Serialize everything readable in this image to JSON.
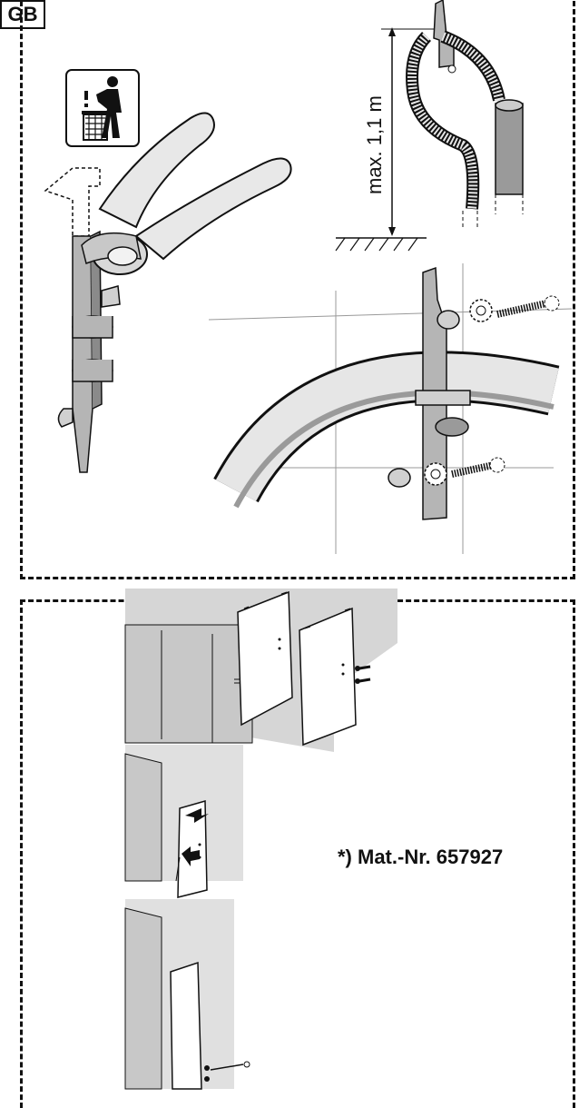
{
  "header": {
    "lang_code": "GB"
  },
  "figure_top": {
    "dimension_label": "max. 1,1 m",
    "icons": [
      "trash-disposal-icon"
    ]
  },
  "figure_bottom": {
    "material_label": "*) Mat.-Nr. 657927"
  },
  "colors": {
    "line": "#111111",
    "panel_fill": "#e6e6e6",
    "dark_fill": "#8a8a8a",
    "mid_fill": "#b5b5b5",
    "light_fill": "#f2f2f2"
  }
}
